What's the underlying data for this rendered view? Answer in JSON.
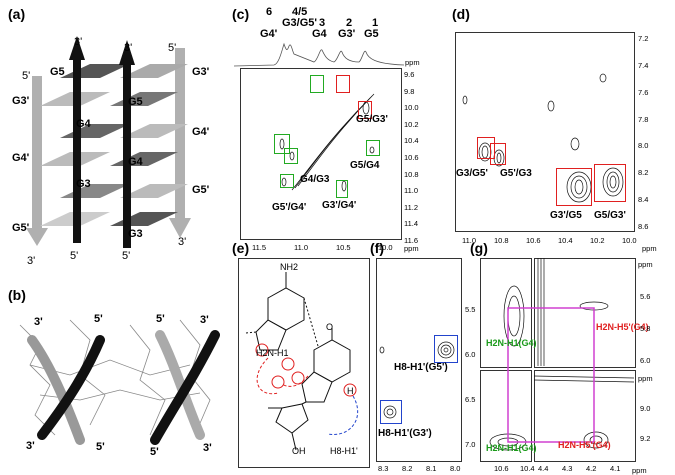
{
  "panels": {
    "a": "(a)",
    "b": "(b)",
    "c": "(c)",
    "d": "(d)",
    "e": "(e)",
    "f": "(f)",
    "g": "(g)"
  },
  "a": {
    "strand_ends": {
      "top_left": "3'",
      "top_mid": "3'",
      "top_right": "5'",
      "left": "5'",
      "bottom_left": "3'",
      "bottom_mid1": "5'",
      "bottom_mid2": "5'",
      "bottom_right": "3'"
    },
    "labels": {
      "g5_left": "G5",
      "g3p_left": "G3'",
      "g4_mid": "G4",
      "g5_mid": "G5",
      "g3p_right": "G3'",
      "g4p_right": "G4'",
      "g4p_left": "G4'",
      "g4_mid2": "G4",
      "g3_mid": "G3",
      "g5p_left": "G5'",
      "g3_mid2": "G3",
      "g5p_right": "G5'"
    }
  },
  "b": {
    "ends": {
      "l1": "3'",
      "l2": "5'",
      "l3": "5'",
      "l4": "3'",
      "r1": "5'",
      "r2": "3'",
      "r3": "5'",
      "r4": "3'"
    }
  },
  "c": {
    "peaks": {
      "n6": "6",
      "n45": "4/5",
      "n3": "3",
      "n2": "2",
      "n1": "1",
      "g4p": "G4'",
      "g3g5p": "G3/G5'",
      "g4": "G4",
      "g3p": "G3'",
      "g5": "G5"
    },
    "cross": {
      "g5g3p": "G5/G3'",
      "g4g3": "G4/G3",
      "g5g4": "G5/G4",
      "g5pg4p": "G5'/G4'",
      "g3pg4p": "G3'/G4'"
    },
    "yticks": [
      "9.6",
      "9.8",
      "10.0",
      "10.2",
      "10.4",
      "10.6",
      "10.8",
      "11.0",
      "11.2",
      "11.4",
      "11.6"
    ],
    "xticks": [
      "11.5",
      "11.0",
      "10.5",
      "10.0"
    ],
    "unit": "ppm"
  },
  "d": {
    "cross": {
      "g3g5p": "G3/G5'",
      "g5pg3": "G5'/G3",
      "g3pg5": "G3'/G5",
      "g5g3p": "G5/G3'"
    },
    "yticks": [
      "7.2",
      "7.4",
      "7.6",
      "7.8",
      "8.0",
      "8.2",
      "8.4",
      "8.6"
    ],
    "xticks": [
      "11.0",
      "10.8",
      "10.6",
      "10.4",
      "10.2",
      "10.0"
    ],
    "unit": "ppm"
  },
  "e": {
    "nh2": "NH2",
    "h2n_h1": "H2N-H1",
    "h": "H",
    "h8": "H8-H1'",
    "oh": "OH",
    "o": "O"
  },
  "f": {
    "h8_g5p": "H8-H1'(G5')",
    "h8_g3p": "H8-H1'(G3')",
    "yticks": [
      "5.5",
      "6.0",
      "6.5",
      "7.0"
    ],
    "xticks": [
      "8.3",
      "8.2",
      "8.1",
      "8.0"
    ],
    "unit": "ppm"
  },
  "g": {
    "top_green": "H2N-H1(G4)",
    "top_red": "H2N-H5'(G4)",
    "bot_green": "H2N-H1(G4)",
    "bot_red": "H2N-H5'(G4)",
    "yticks_top": [
      "5.6",
      "5.8",
      "6.0"
    ],
    "yticks_bot": [
      "9.0",
      "9.2"
    ],
    "xticks_left": [
      "10.6",
      "10.4"
    ],
    "xticks_right": [
      "4.4",
      "4.3",
      "4.2",
      "4.1"
    ],
    "unit": "ppm"
  }
}
